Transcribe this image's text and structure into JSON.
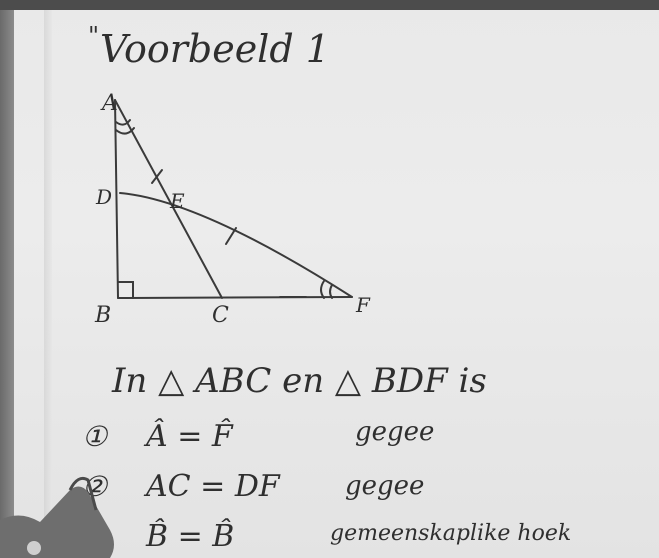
{
  "board": {
    "title": "Voorbeeld 1",
    "title_mark": "\"",
    "vertices": {
      "A": "A",
      "B": "B",
      "C": "C",
      "D": "D",
      "E": "E",
      "F": "F"
    },
    "statement": "In △ ABC en △ BDF is",
    "lines": [
      {
        "number": "①",
        "expr": "Â = F̂",
        "reason": "gegee"
      },
      {
        "number": "②",
        "expr": "AC = DF",
        "reason": "gegee"
      },
      {
        "number": "",
        "expr": "B̂ = B̂",
        "reason": "gemeenskaplike hoek"
      }
    ]
  },
  "colors": {
    "board": "#ebebeb",
    "ink": "#2f2f2f"
  }
}
